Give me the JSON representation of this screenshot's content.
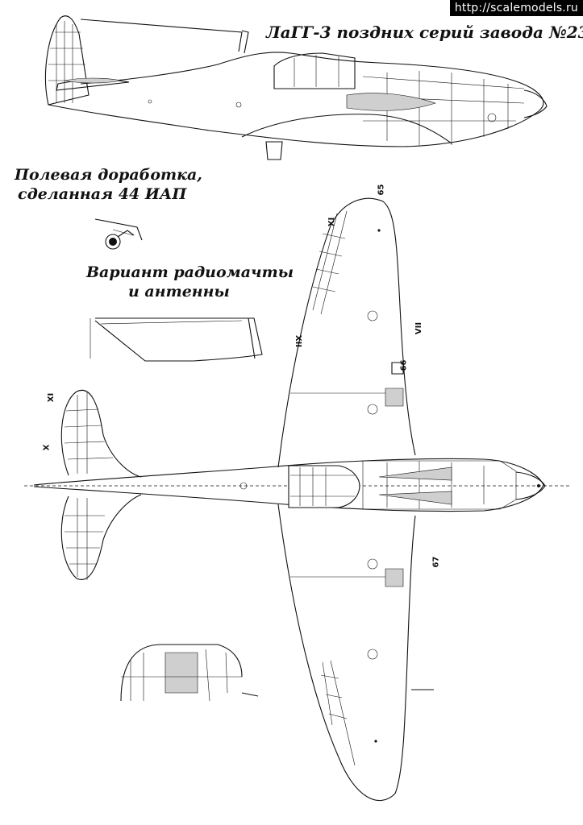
{
  "watermark": "http://scalemodels.ru",
  "title": "ЛаГГ-3 поздних серий завода №23",
  "field_mod": {
    "line1": "Полевая доработка,",
    "line2": "сделанная  44 ИАП"
  },
  "antenna_variant": {
    "line1": "Вариант радиомачты",
    "line2": "и антенны"
  },
  "callouts": {
    "n65": "65",
    "n66": "66",
    "n67": "67",
    "r_vii": "VII",
    "r_ix_wing": "IX",
    "r_xii": "XII",
    "r_ix_tail": "IX",
    "r_x": "X"
  }
}
